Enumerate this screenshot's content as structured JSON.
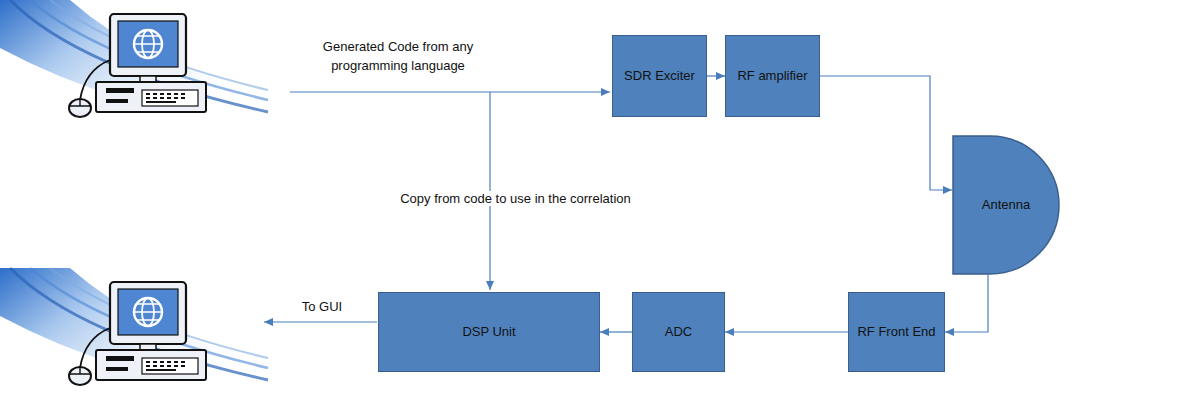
{
  "diagram": {
    "nodes": [
      {
        "text": [
          "SDR Exciter"
        ]
      },
      {
        "text": [
          "RF amplifier"
        ]
      },
      {
        "text": [
          "Antenna"
        ]
      },
      {
        "text": [
          "RF Front End"
        ]
      },
      {
        "text": [
          "ADC"
        ]
      },
      {
        "text": [
          "DSP Unit"
        ]
      }
    ],
    "edges": [
      {
        "from": 0,
        "to": 1,
        "arrow": "to"
      },
      {
        "from": 1,
        "to": 2,
        "arrow": "to"
      },
      {
        "from": 2,
        "to": 3,
        "arrow": "to"
      },
      {
        "from": 3,
        "to": 4,
        "arrow": "to"
      },
      {
        "from": 4,
        "to": 5,
        "arrow": "to"
      }
    ],
    "labels": [
      "Generated Code from any programming language",
      "Copy from code to use in the correlation",
      "To GUI"
    ]
  }
}
